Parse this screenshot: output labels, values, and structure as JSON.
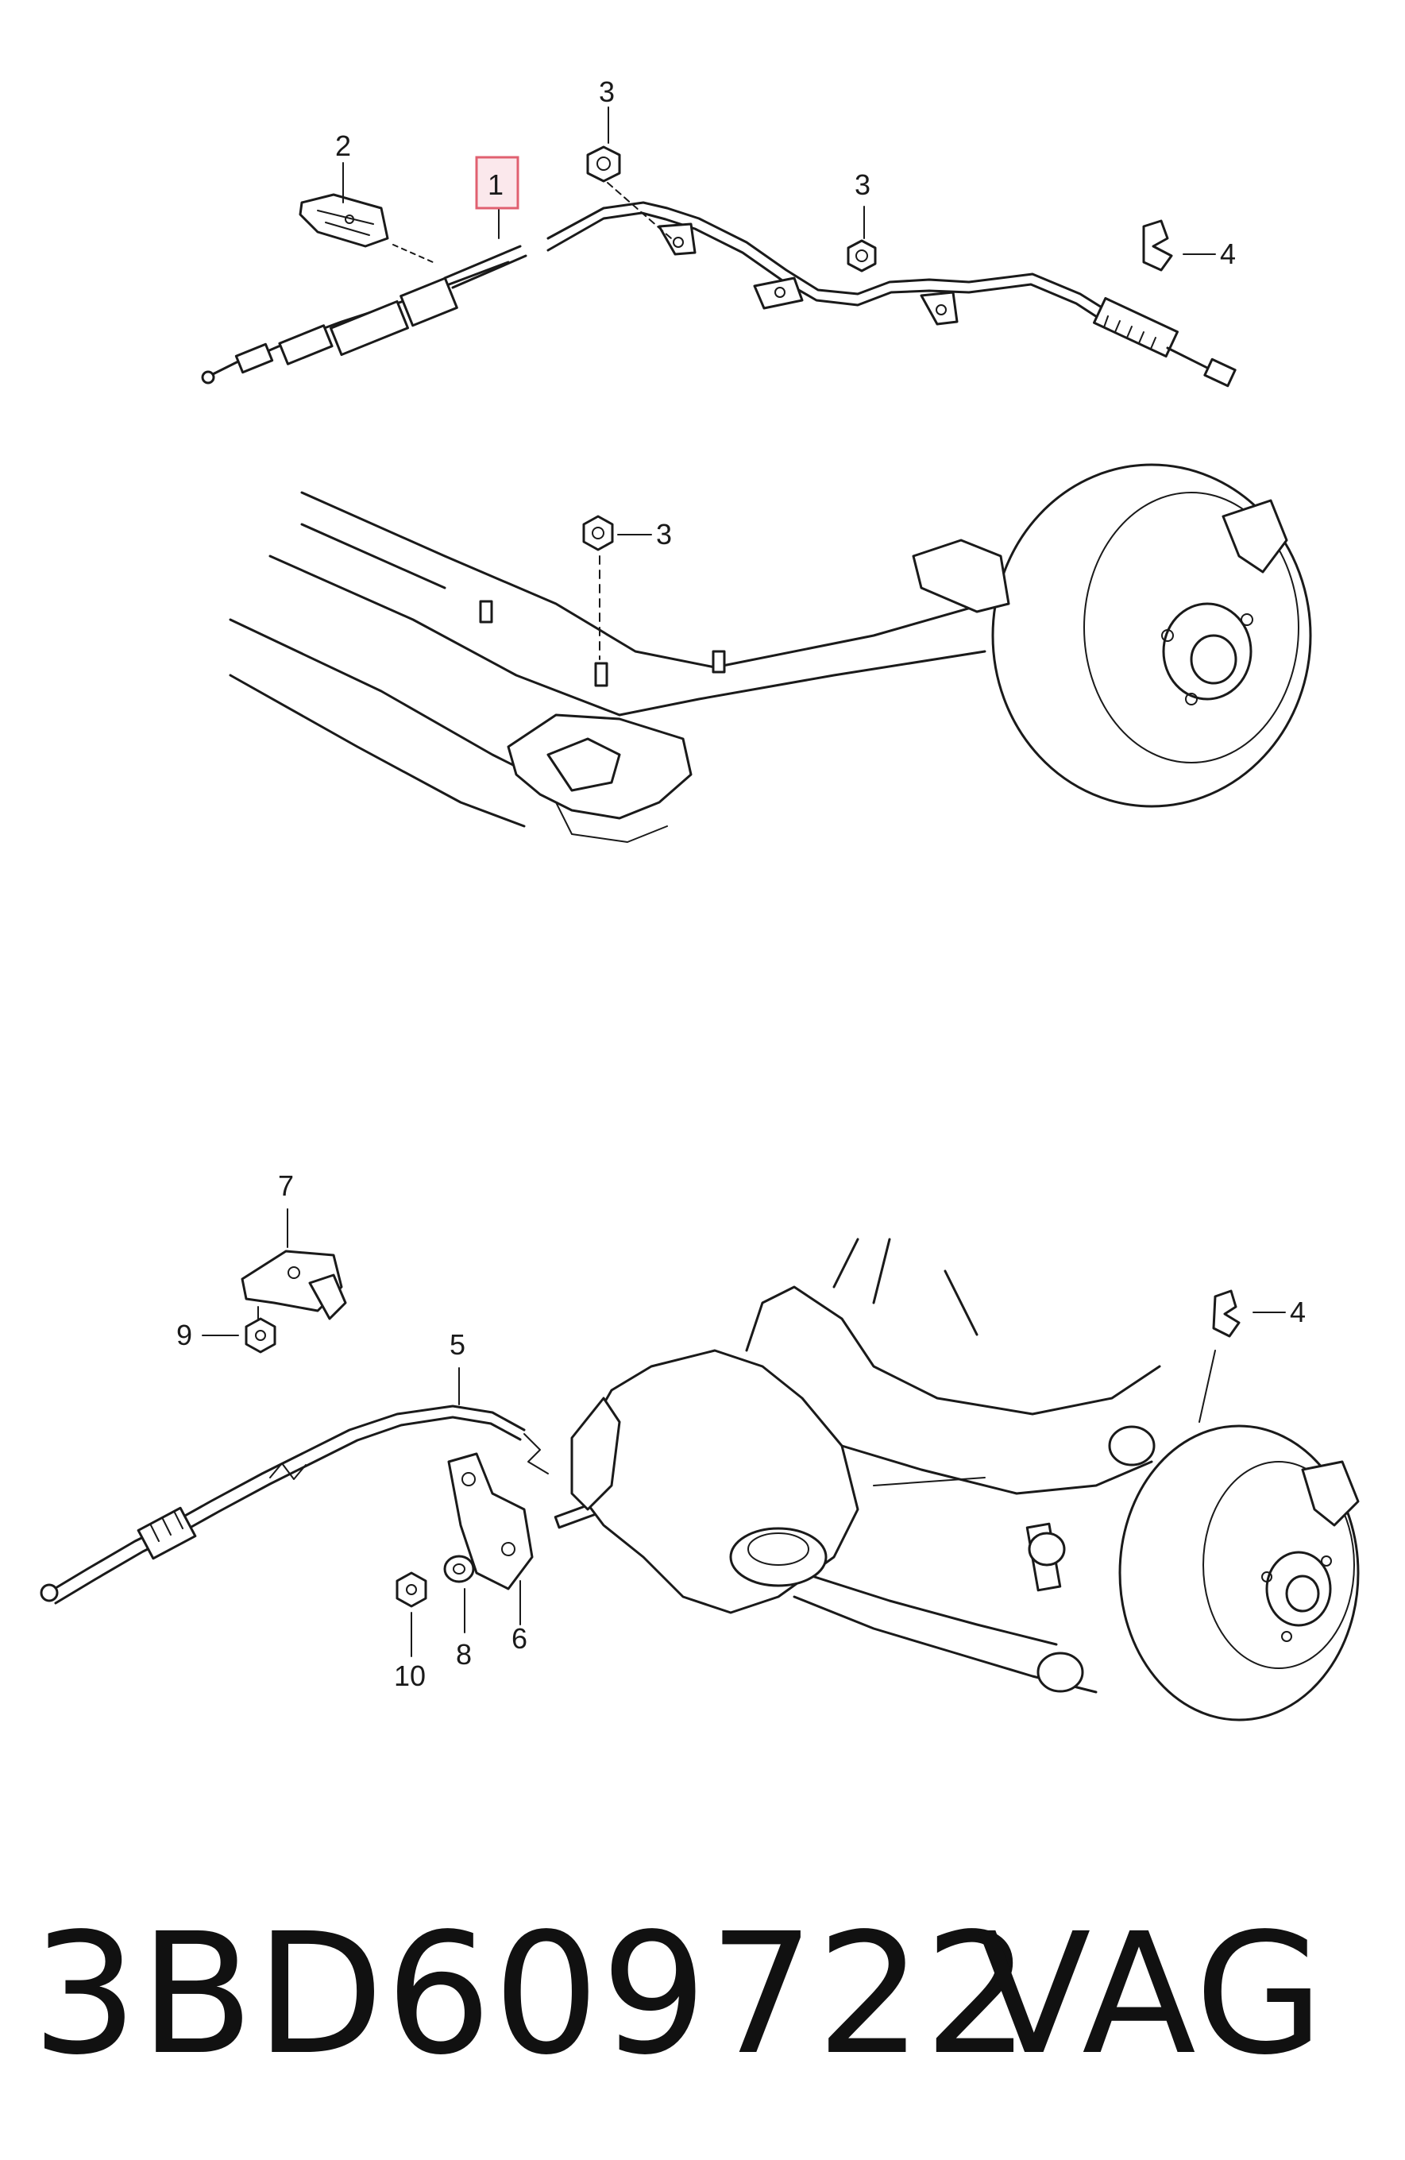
{
  "diagram": {
    "top_callouts": {
      "part_1": "1",
      "part_2": "2",
      "part_3a": "3",
      "part_3b": "3",
      "part_3c": "3",
      "part_4": "4"
    },
    "bottom_callouts": {
      "part_4": "4",
      "part_5": "5",
      "part_6": "6",
      "part_7": "7",
      "part_8": "8",
      "part_9": "9",
      "part_10": "10"
    },
    "highlight_color": "#e06070"
  },
  "footer": {
    "part_number": "3BD609722",
    "brand": "VAG"
  }
}
